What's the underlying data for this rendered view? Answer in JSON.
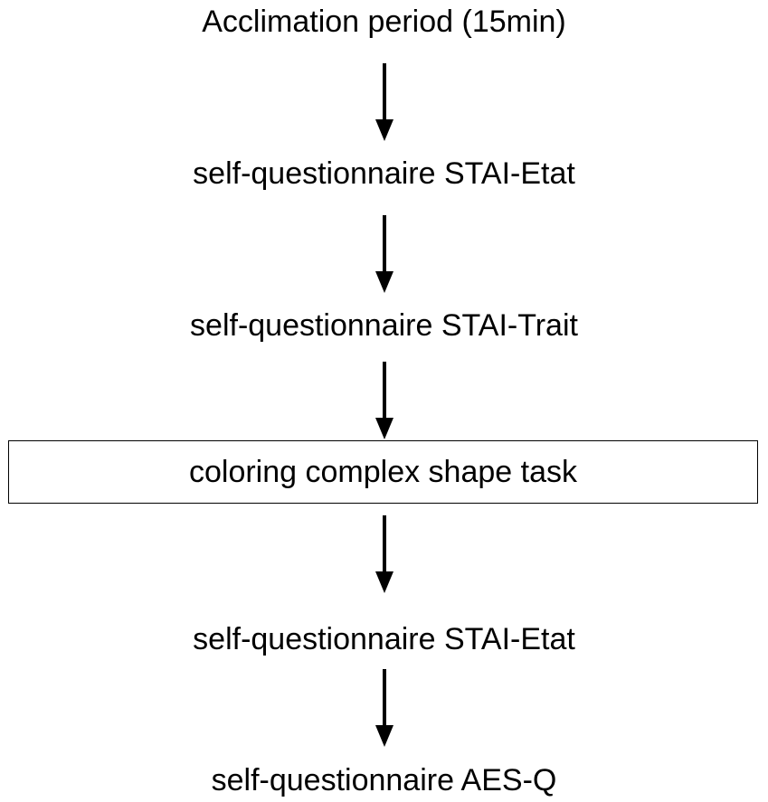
{
  "flowchart": {
    "steps": [
      {
        "label": "Acclimation period (15min)",
        "boxed": false
      },
      {
        "label": "self-questionnaire STAI-Etat",
        "boxed": false
      },
      {
        "label": "self-questionnaire STAI-Trait",
        "boxed": false
      },
      {
        "label": "coloring complex shape task",
        "boxed": true
      },
      {
        "label": "self-questionnaire STAI-Etat",
        "boxed": false
      },
      {
        "label": "self-questionnaire AES-Q",
        "boxed": false
      }
    ],
    "colors": {
      "text": "#000000",
      "arrow": "#000000",
      "box_border": "#000000",
      "background": "#ffffff"
    }
  }
}
